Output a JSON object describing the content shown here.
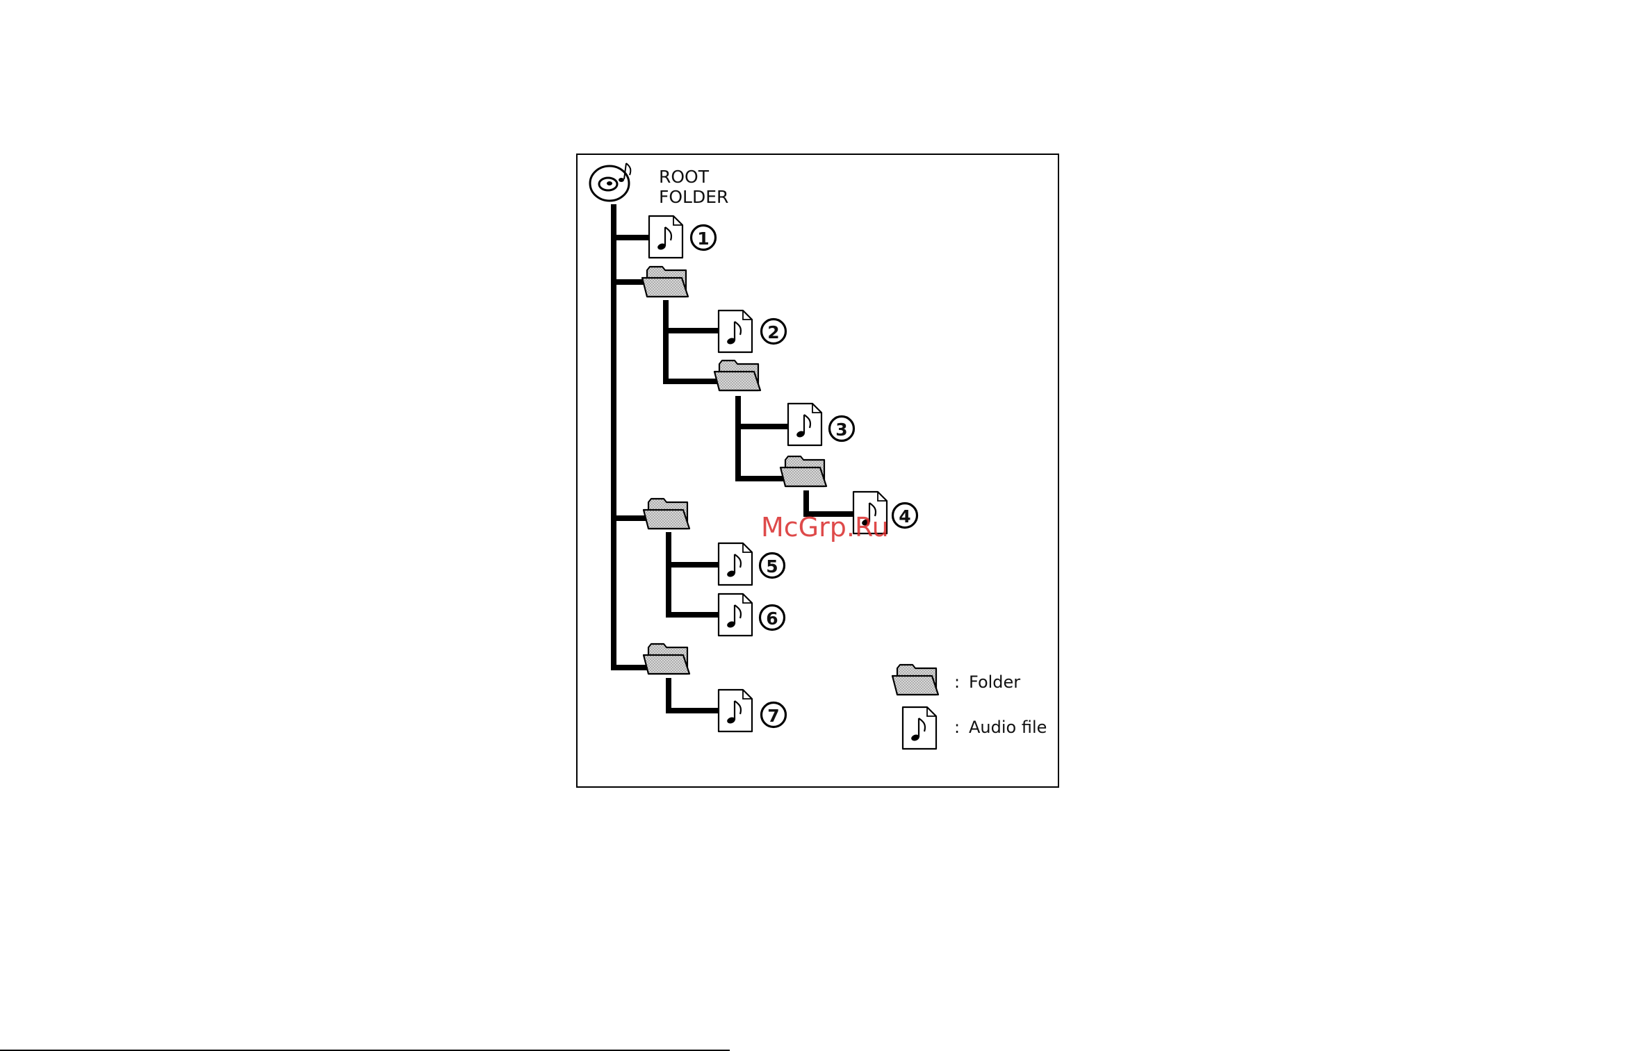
{
  "root": {
    "line1": "ROOT",
    "line2": "FOLDER",
    "icon": "disc-icon"
  },
  "files": [
    {
      "number": "1",
      "icon": "audio-file-icon"
    },
    {
      "number": "2",
      "icon": "audio-file-icon"
    },
    {
      "number": "3",
      "icon": "audio-file-icon"
    },
    {
      "number": "4",
      "icon": "audio-file-icon"
    },
    {
      "number": "5",
      "icon": "audio-file-icon"
    },
    {
      "number": "6",
      "icon": "audio-file-icon"
    },
    {
      "number": "7",
      "icon": "audio-file-icon"
    }
  ],
  "legend": {
    "folder": {
      "colon": ":",
      "label": "Folder",
      "icon": "folder-icon"
    },
    "audio": {
      "colon": ":",
      "label": "Audio file",
      "icon": "audio-file-icon"
    }
  },
  "watermark": "McGrp.Ru",
  "colors": {
    "folder_fill": "#bdbdbd",
    "line": "#000000",
    "watermark": "#d92b2b"
  }
}
